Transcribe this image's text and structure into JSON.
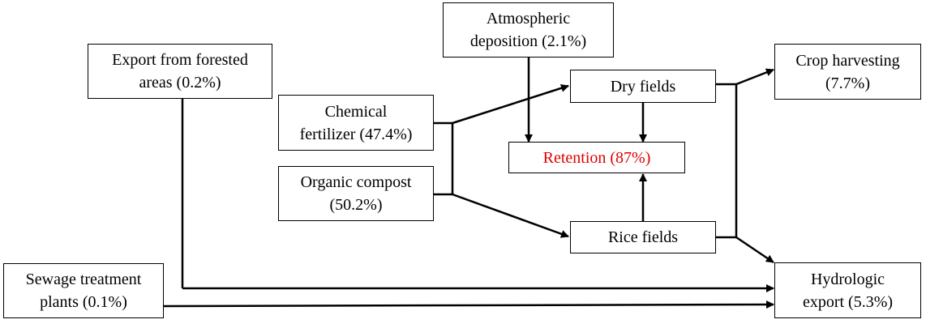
{
  "nodes": {
    "forested": {
      "lines": [
        "Export from forested",
        "areas (0.2%)"
      ]
    },
    "atmospheric": {
      "lines": [
        "Atmospheric",
        "deposition (2.1%)"
      ]
    },
    "chemical": {
      "lines": [
        "Chemical",
        "fertilizer (47.4%)"
      ]
    },
    "organic": {
      "lines": [
        "Organic compost",
        "(50.2%)"
      ]
    },
    "dry": {
      "lines": [
        "Dry fields"
      ]
    },
    "retention": {
      "lines": [
        "Retention (87%)"
      ]
    },
    "rice": {
      "lines": [
        "Rice fields"
      ]
    },
    "crop": {
      "lines": [
        "Crop harvesting",
        "(7.7%)"
      ]
    },
    "hydrologic": {
      "lines": [
        "Hydrologic",
        "export (5.3%)"
      ]
    },
    "sewage": {
      "lines": [
        "Sewage treatment",
        "plants (0.1%)"
      ]
    }
  },
  "colors": {
    "line": "#000000",
    "retention_text": "#e00000"
  }
}
